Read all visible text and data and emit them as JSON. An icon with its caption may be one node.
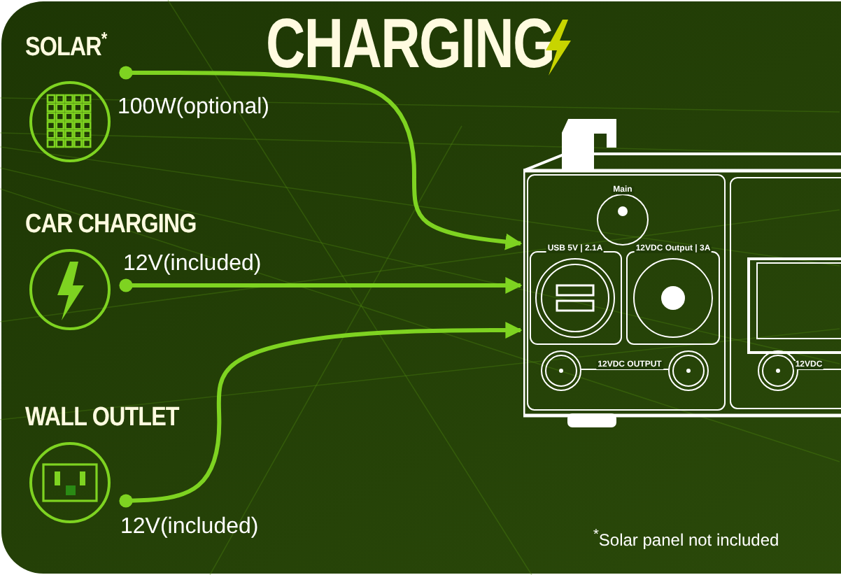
{
  "diagram": {
    "title": "CHARGING",
    "nodes": [
      {
        "text": [
          "SOLAR$^{*}$"
        ],
        "beside": [
          "100W(optional)"
        ]
      },
      {
        "text": [
          "CAR CHARGING"
        ],
        "beside": [
          "12V(included)"
        ]
      },
      {
        "text": [
          "WALL OUTLET"
        ],
        "beside": [
          "12V(included)"
        ]
      },
      {
        "text": [],
        "shape": "picture"
      }
    ],
    "edges": [
      {
        "from": 0,
        "to": 3,
        "arrow": "to"
      },
      {
        "from": 1,
        "to": 3,
        "arrow": "to"
      },
      {
        "from": 2,
        "to": 3,
        "arrow": "to"
      }
    ],
    "labels": [
      "Main",
      "USB 5V | 2.1A",
      "12VDC Output | 3A",
      "12VDC OUTPUT",
      "12VDC",
      "$^{*}$Solar panel not included"
    ]
  }
}
